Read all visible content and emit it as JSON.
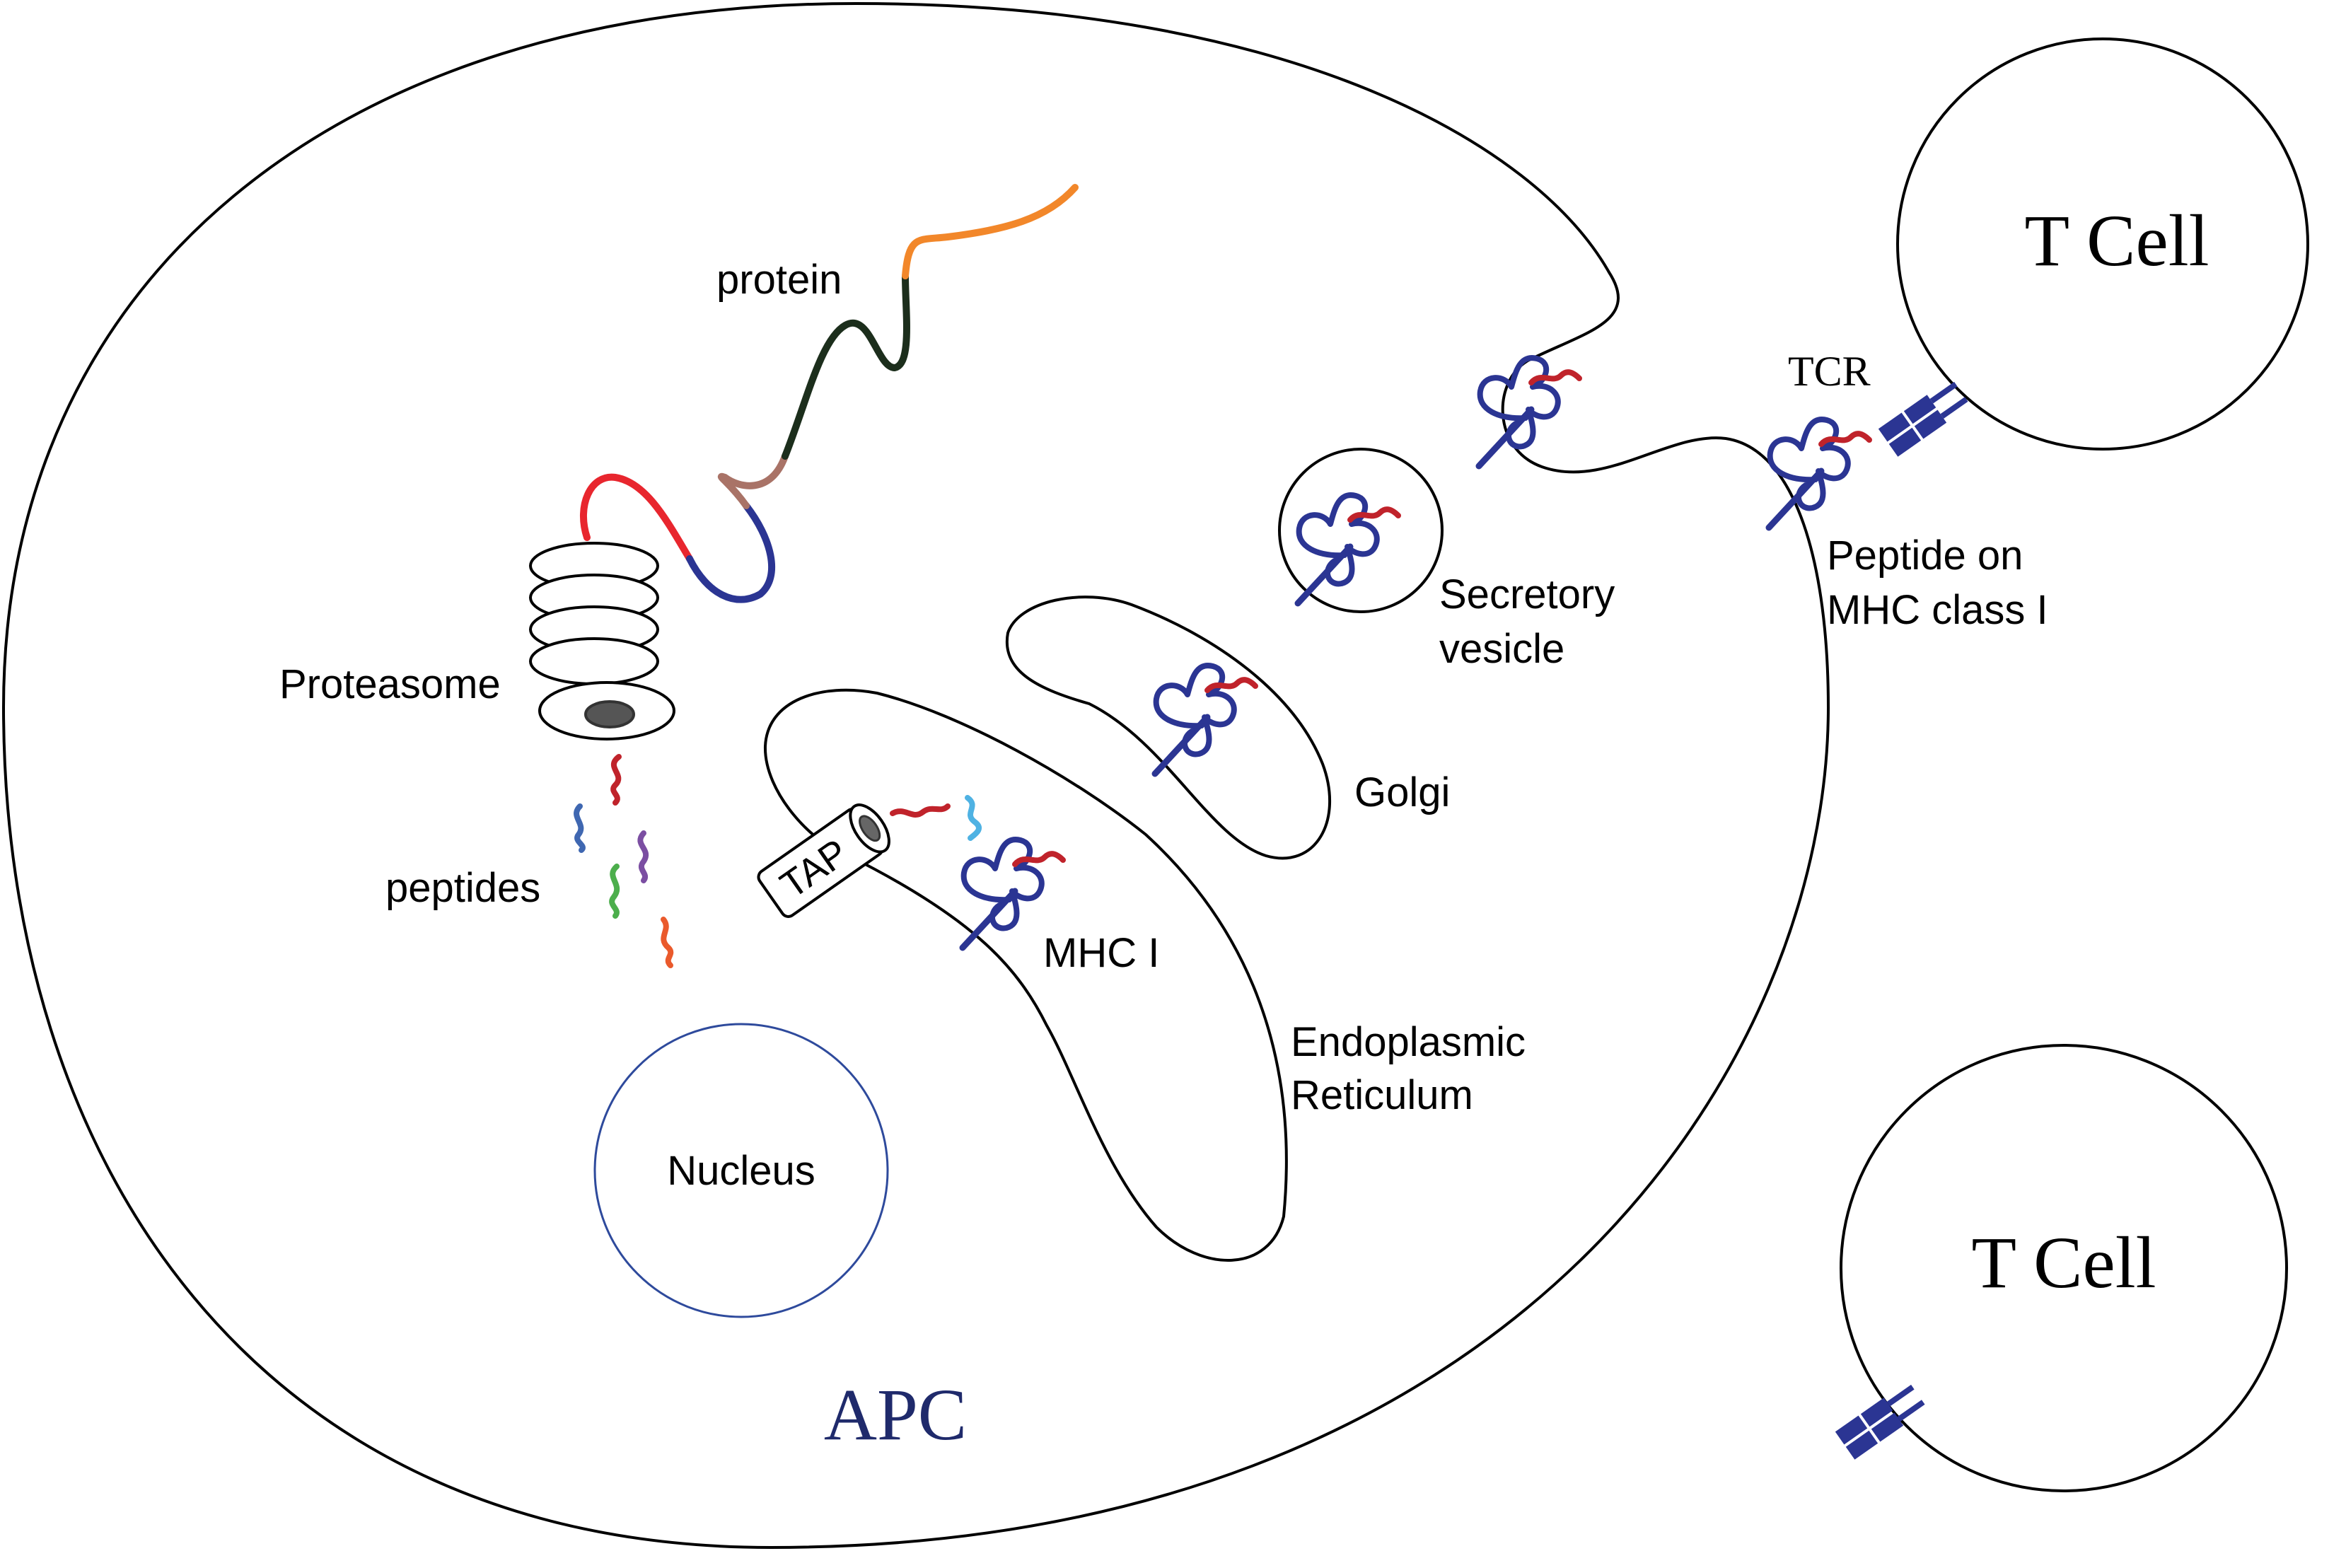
{
  "labels": {
    "protein": "protein",
    "proteasome": "Proteasome",
    "peptides": "peptides",
    "tap": "TAP",
    "mhc1": "MHC I",
    "er_line1": "Endoplasmic",
    "er_line2": "Reticulum",
    "golgi": "Golgi",
    "vesicle_line1": "Secretory",
    "vesicle_line2": "vesicle",
    "peptide_mhc_line1": "Peptide on",
    "peptide_mhc_line2": "MHC class I",
    "tcr": "TCR",
    "tcell_top": "T Cell",
    "tcell_bottom": "T Cell",
    "nucleus": "Nucleus",
    "apc": "APC"
  },
  "colors": {
    "mhc_blue": "#2b3593",
    "peptide_red": "#c0232b",
    "nucleus_outline": "#2e4a9c",
    "apc_text": "#1f2a6b",
    "protein_segments": [
      "#e8262e",
      "#2b3593",
      "#a97367",
      "#1c2e1c",
      "#f2872a"
    ],
    "free_peptides": [
      "#c0232b",
      "#3f67b1",
      "#7b4ea2",
      "#4cae4c",
      "#ea5a2c",
      "#4fb2e3"
    ]
  }
}
